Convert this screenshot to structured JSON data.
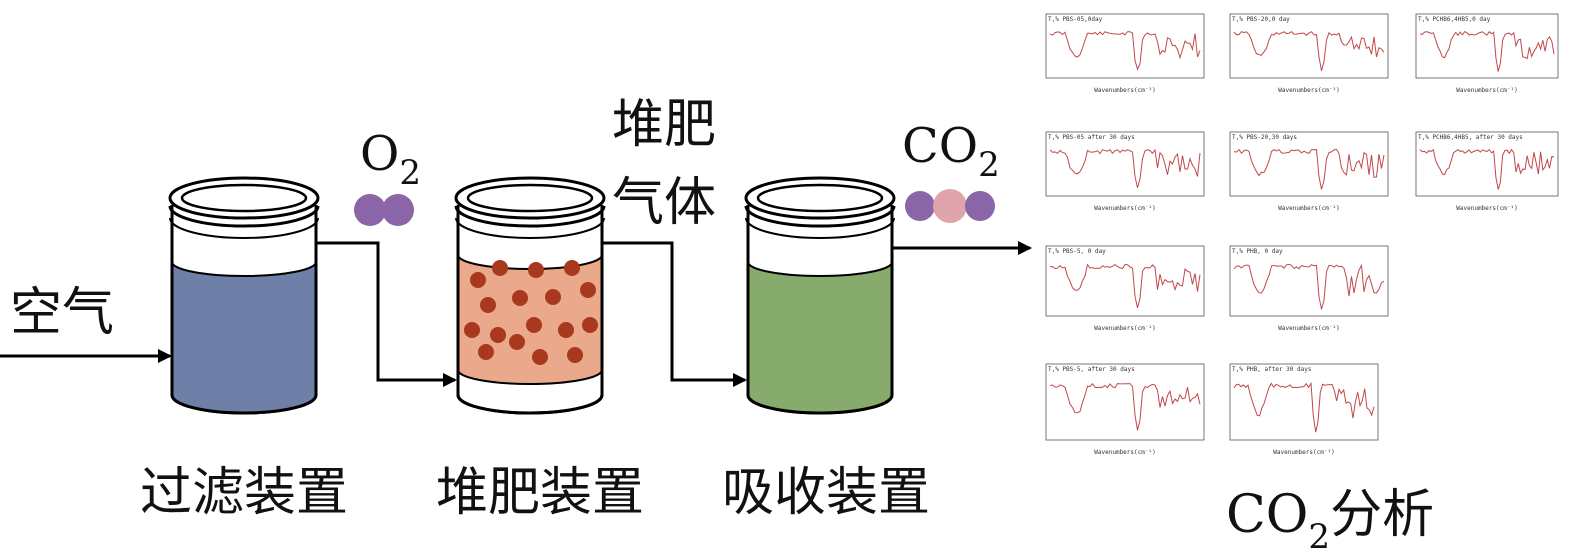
{
  "labels": {
    "air": "空气",
    "o2": "O",
    "o2_sub": "2",
    "compost_gas_line1": "堆肥",
    "compost_gas_line2": "气体",
    "co2_main": "CO",
    "co2_sub": "2",
    "filter_device": "过滤装置",
    "compost_device": "堆肥装置",
    "absorb_device": "吸收装置",
    "analysis_main": "CO",
    "analysis_sub": "2",
    "analysis_suffix": "分析"
  },
  "colors": {
    "filter_liquid": "#6e7fa8",
    "compost_fill": "#e9a98a",
    "compost_dot": "#a8391e",
    "absorb_liquid": "#86ab6c",
    "oxygen_atom": "#8a65a8",
    "carbon_atom": "#e0a4ac",
    "spectrum_line": "#c0484a"
  },
  "spectra": [
    {
      "title": "T,%  PBS-05,0day"
    },
    {
      "title": "T,%  PBS-20,0 day"
    },
    {
      "title": "T,%  PCHB6,4HB5,0 day"
    },
    {
      "title": "T,%  PBS-05 after 30 days"
    },
    {
      "title": "T,%  PBS-20,30 days"
    },
    {
      "title": "T,%  PCHB6,4HB5, after 30 days"
    },
    {
      "title": "T,%  PBS-5, 0 day"
    },
    {
      "title": "T,%  PHB, 0 day"
    },
    {
      "title": "T,%  PBS-5, after 30 days"
    },
    {
      "title": "T,%  PHB, after 30 days"
    }
  ],
  "spectrum_xlabel": "Wavenumbers(cm⁻¹)"
}
